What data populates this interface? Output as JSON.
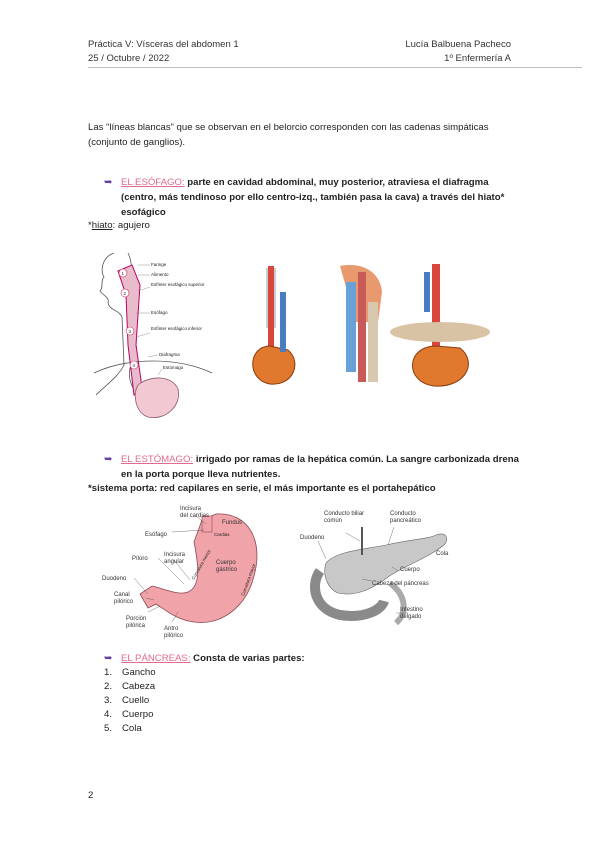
{
  "header": {
    "left_line1": "Práctica V: Vísceras del abdomen 1",
    "left_line2": "25 / Octubre / 2022",
    "right_line1": "Lucía Balbuena Pacheco",
    "right_line2": "1º Enfermería A"
  },
  "intro": {
    "line1": "Las “líneas blancas” que se observan en el belorcio corresponden con las cadenas simpáticas",
    "line2": "(conjunto de ganglios)."
  },
  "esofago": {
    "title": "EL ESÓFAGO:",
    "text1": " parte en cavidad abdominal, muy posterior, atraviesa el diafragma",
    "text2": "(centro, más tendinoso por ello centro-izq., también pasa la cava) a través del ",
    "hiato_bold": "hiato*",
    "text3": "esofágico",
    "note_prefix": "*",
    "note_term": "hiato",
    "note_rest": ": agujero",
    "figure_labels": [
      "Faringe",
      "Alimento",
      "Esfínter esofágico superior",
      "Esófago",
      "Esfínter esofágico inferior",
      "Diafragma",
      "Estómago"
    ],
    "figure_numbers": [
      "1",
      "2",
      "3",
      "4"
    ]
  },
  "estomago": {
    "title": "EL ESTÓMAGO:",
    "text1": " irrigado por ramas de la hepática común. La sangre carbonizada drena",
    "text2": "en la porta porque lleva nutrientes.",
    "note": "*sistema porta: red capilares en serie, el más importante es el portahepático",
    "figure_labels": {
      "incisura_cardias": [
        "Incisura",
        "del cardias"
      ],
      "fundus": "Fundus",
      "cardias": "Cardias",
      "esofago": "Esófago",
      "piloro": "Píloro",
      "incisura_angular": [
        "Incisura",
        "angular"
      ],
      "cuerpo": [
        "Cuerpo",
        "gástrico"
      ],
      "duodeno": "Duodeno",
      "canal": [
        "Canal",
        "pilórico"
      ],
      "porcion": [
        "Porción",
        "pilórica"
      ],
      "antro": [
        "Antro",
        "pilórico"
      ],
      "curv_menor": "Curvatura menor",
      "curv_mayor": "Curvatura mayor"
    }
  },
  "pancreas": {
    "title": "EL PÁNCREAS:",
    "text": " Consta de varias partes:",
    "parts": [
      "Gancho",
      "Cabeza",
      "Cuello",
      "Cuerpo",
      "Cola"
    ],
    "figure_labels": {
      "conducto_biliar": [
        "Conducto biliar",
        "común"
      ],
      "conducto_pancreatico": [
        "Conducto",
        "pancreático"
      ],
      "duodeno": "Duodeno",
      "cola": "Cola",
      "cuerpo": "Cuerpo",
      "cabeza": "Cabeza del páncreas",
      "intestino": [
        "Intestino",
        "delgado"
      ]
    }
  },
  "page_number": "2",
  "colors": {
    "link_pink": "#e06b8a",
    "marker_purple": "#6a3fa3",
    "stomach_pink": "#f0a3a8"
  },
  "icons": [
    "list-marker-icon"
  ]
}
